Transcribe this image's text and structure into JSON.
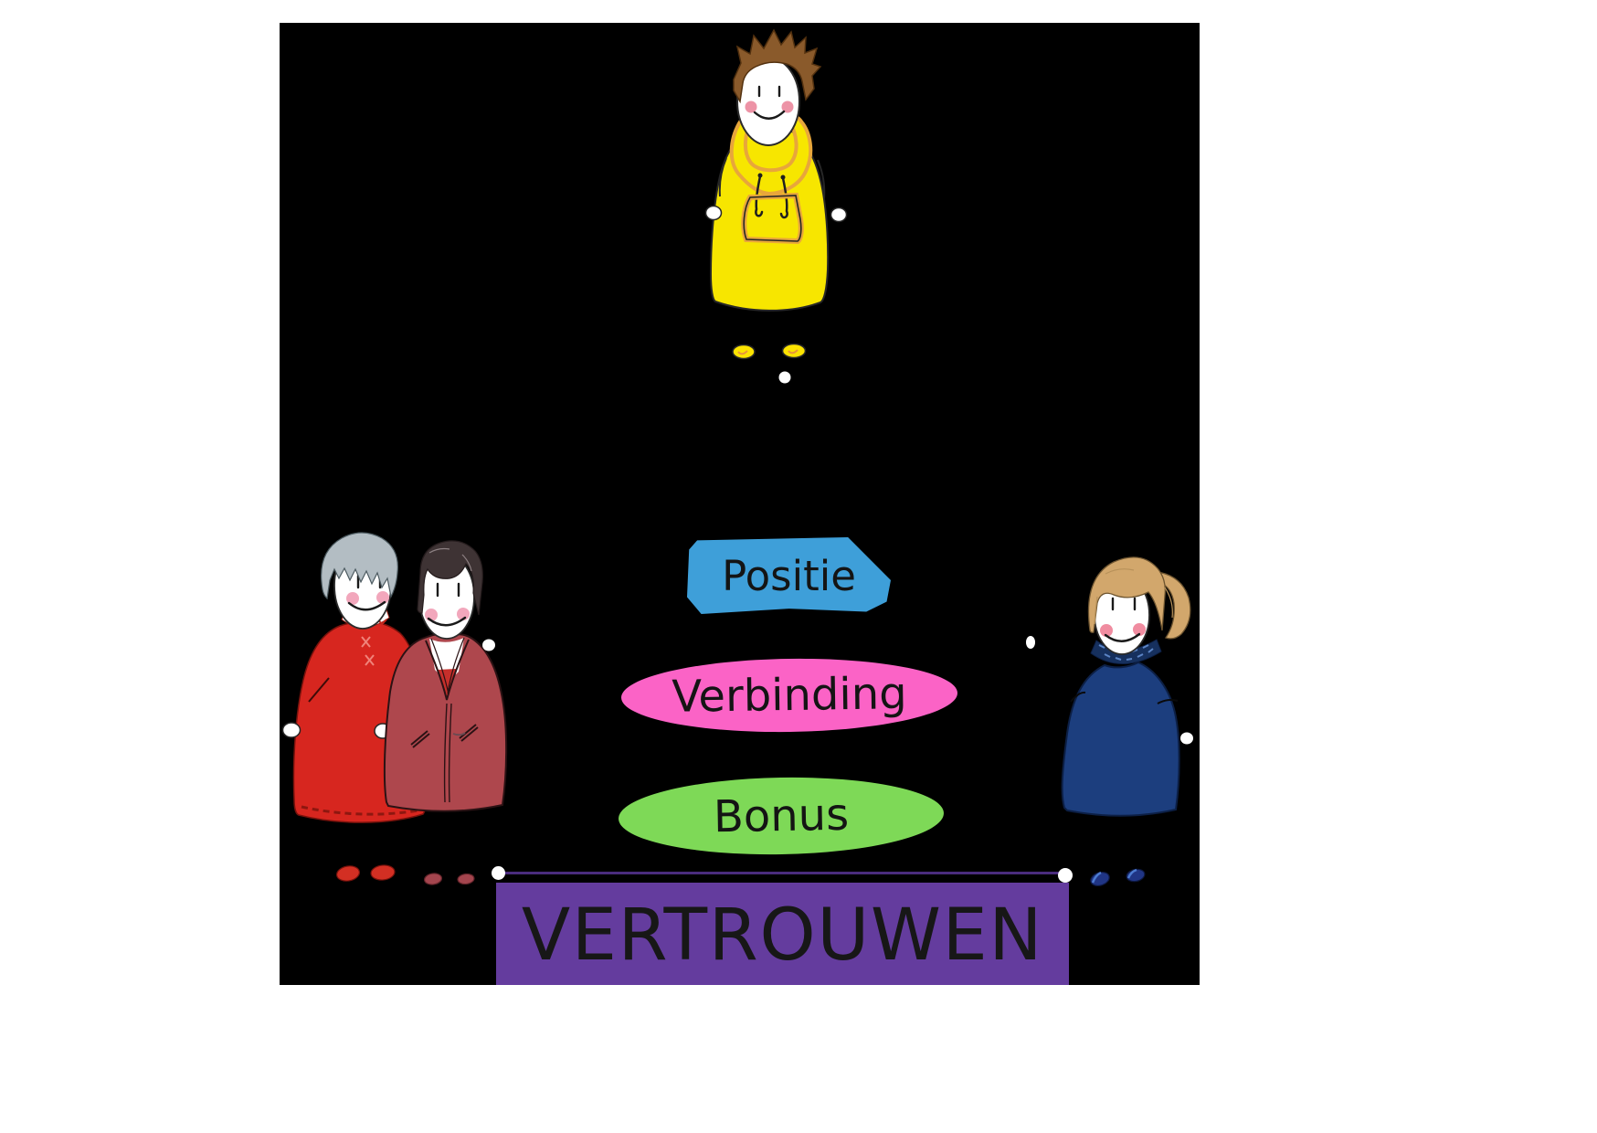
{
  "page": {
    "background": "#ffffff"
  },
  "board": {
    "background": "#000000"
  },
  "pyramid": {
    "levels": [
      {
        "id": "positie",
        "label": "Positie",
        "color": "#3E9FD9",
        "shape": "hand-drawn-rectangle"
      },
      {
        "id": "verbinding",
        "label": "Verbinding",
        "color": "#FB63C6",
        "shape": "ellipse"
      },
      {
        "id": "bonus",
        "label": "Bonus",
        "color": "#7ED957",
        "shape": "ellipse"
      }
    ],
    "text_color": "#141414",
    "connector": {
      "style": "dashed",
      "color": "#000000"
    }
  },
  "banner": {
    "label": "VERTROUWEN",
    "color": "#643C9E",
    "text_color": "#171717",
    "line_color": "#4A2C7E"
  },
  "characters": [
    {
      "id": "boy",
      "description": "boy in yellow hoodie, brown hair",
      "position": "top-center",
      "main_color": "#F7E600",
      "hair_color": "#8A5A2B"
    },
    {
      "id": "elderly-couple",
      "description": "elderly man in red sweater and woman in brick-red coat, arm in arm",
      "position": "middle-left",
      "main_color": "#D7261F",
      "coat_color": "#AE474D"
    },
    {
      "id": "woman",
      "description": "woman with blonde ponytail in navy knit dress",
      "position": "middle-right",
      "main_color": "#1C3E7E",
      "hair_color": "#D2A76C"
    }
  ]
}
